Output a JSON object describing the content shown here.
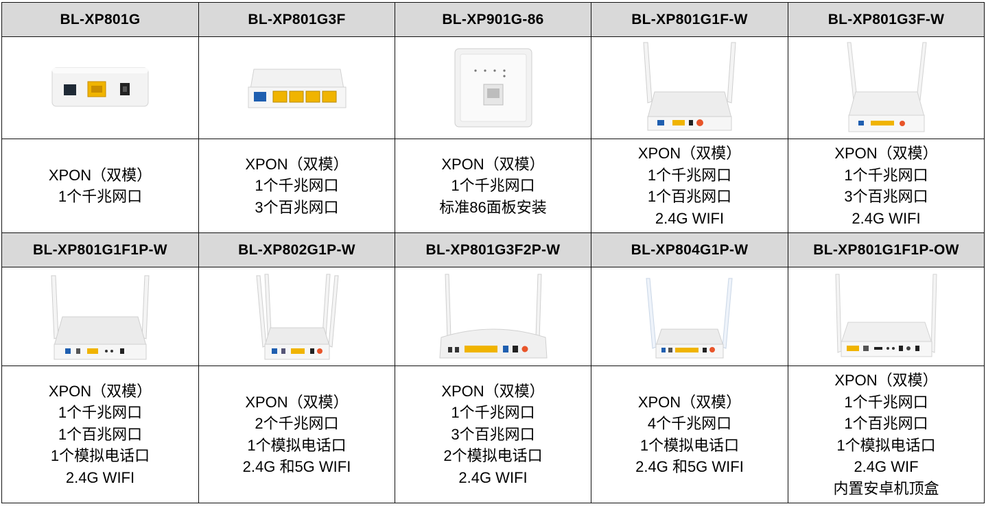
{
  "models": [
    {
      "name": "BL-XP801G",
      "image": "white-ont-1-port-icon",
      "specs": [
        "XPON（双模）",
        "1个千兆网口"
      ]
    },
    {
      "name": "BL-XP801G3F",
      "image": "white-ont-4-port-icon",
      "specs": [
        "XPON（双模）",
        "1个千兆网口",
        "3个百兆网口"
      ]
    },
    {
      "name": "BL-XP901G-86",
      "image": "wall-panel-86-icon",
      "specs": [
        "XPON（双模）",
        "1个千兆网口",
        "标准86面板安装"
      ]
    },
    {
      "name": "BL-XP801G1F-W",
      "image": "wifi-ont-2-antenna-icon",
      "specs": [
        "XPON（双模）",
        "1个千兆网口",
        "1个百兆网口",
        "2.4G WIFI"
      ]
    },
    {
      "name": "BL-XP801G3F-W",
      "image": "wifi-ont-2-antenna-icon",
      "specs": [
        "XPON（双模）",
        "1个千兆网口",
        "3个百兆网口",
        "2.4G WIFI"
      ]
    },
    {
      "name": "BL-XP801G1F1P-W",
      "image": "wifi-ont-2-antenna-icon",
      "specs": [
        "XPON（双模）",
        "1个千兆网口",
        "1个百兆网口",
        "1个模拟电话口",
        "2.4G WIFI"
      ]
    },
    {
      "name": "BL-XP802G1P-W",
      "image": "wifi-ont-4-antenna-icon",
      "specs": [
        "XPON（双模）",
        "2个千兆网口",
        "1个模拟电话口",
        "2.4G 和5G WIFI"
      ]
    },
    {
      "name": "BL-XP801G3F2P-W",
      "image": "wifi-ont-2-antenna-wide-icon",
      "specs": [
        "XPON（双模）",
        "1个千兆网口",
        "3个百兆网口",
        "2个模拟电话口",
        "2.4G WIFI"
      ]
    },
    {
      "name": "BL-XP804G1P-W",
      "image": "wifi-ont-2-antenna-icon",
      "specs": [
        "XPON（双模）",
        "4个千兆网口",
        "1个模拟电话口",
        "2.4G 和5G WIFI"
      ]
    },
    {
      "name": "BL-XP801G1F1P-OW",
      "image": "wifi-ont-stb-icon",
      "specs": [
        "XPON（双模）",
        "1个千兆网口",
        "1个百兆网口",
        "1个模拟电话口",
        "2.4G WIF",
        "内置安卓机顶盒"
      ]
    }
  ],
  "colors": {
    "header_bg": "#d9d9d9",
    "border": "#111111",
    "port_yellow": "#f0b400",
    "port_blue": "#1f5fb0",
    "power_red": "#e8552a"
  }
}
